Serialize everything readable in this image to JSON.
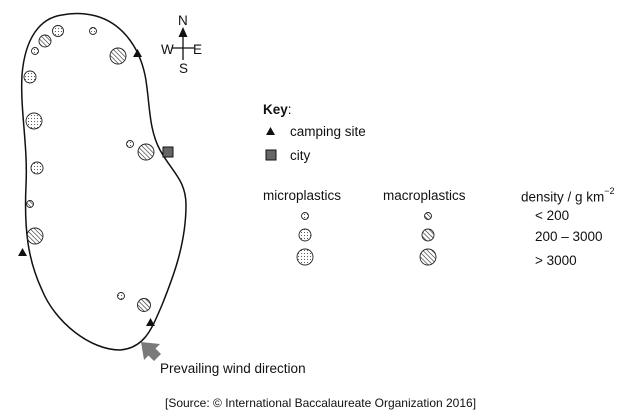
{
  "compass": {
    "north": "N",
    "south": "S",
    "east": "E",
    "west": "W"
  },
  "key": {
    "title": "Key",
    "title_suffix": ":",
    "camping_site_label": "camping site",
    "city_label": "city",
    "microplastics_label": "microplastics",
    "macroplastics_label": "macroplastics",
    "density_label": "density / g km",
    "density_exponent": "−2",
    "density_bands": [
      "< 200",
      "200 – 3000",
      "> 3000"
    ]
  },
  "map": {
    "symbols": {
      "camping_site": "black-triangle",
      "city": "grey-square",
      "microplastics": "dotted-circle",
      "macroplastics": "hatched-circle",
      "wind": "grey-arrow"
    },
    "wind_label": "Prevailing wind direction"
  },
  "source": "[Source: © International Baccalaureate Organization 2016]"
}
